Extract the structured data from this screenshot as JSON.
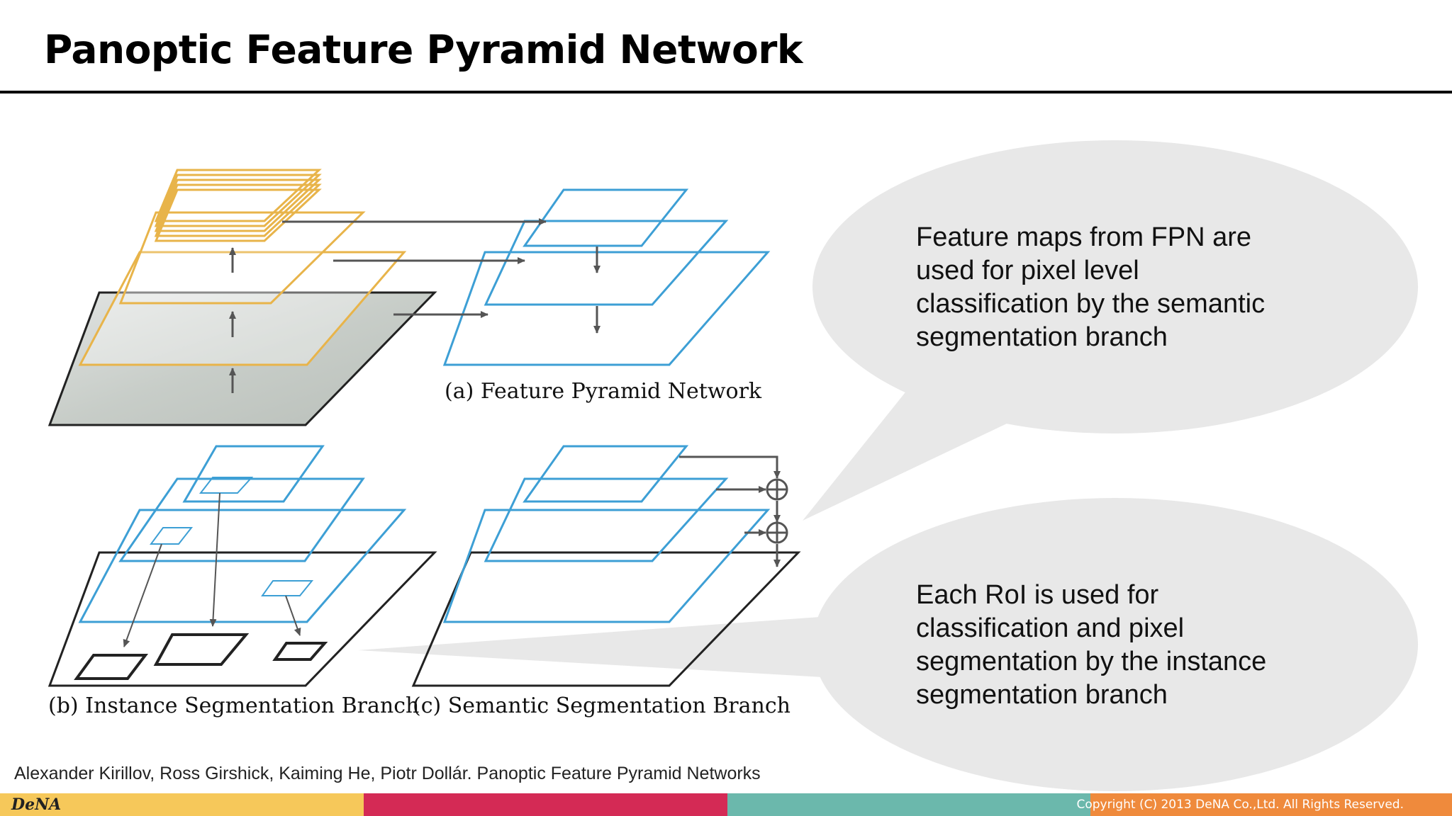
{
  "slide": {
    "title": "Panoptic Feature Pyramid Network"
  },
  "diagram": {
    "caption_a": "(a) Feature Pyramid Network",
    "caption_b": "(b) Instance Segmentation Branch",
    "caption_c": "(c) Semantic Segmentation Branch"
  },
  "callouts": {
    "semantic": [
      "Feature maps from FPN are",
      "used for pixel level",
      "classification by the semantic",
      "segmentation branch"
    ],
    "instance": [
      "Each RoI is used for",
      "classification and pixel",
      "segmentation by the instance",
      "segmentation branch"
    ]
  },
  "citation": "Alexander Kirillov, Ross Girshick, Kaiming He, Piotr Dollár. Panoptic Feature Pyramid Networks",
  "footer": {
    "logo": "DeNA",
    "copyright": "Copyright (C) 2013 DeNA Co.,Ltd. All Rights Reserved.",
    "colors": [
      "#f6c85a",
      "#d42a55",
      "#6bb8ac",
      "#ef8a3c"
    ]
  },
  "colors": {
    "backbone": "#e8b44a",
    "pyramid": "#3d9fd5",
    "outline": "#222222",
    "arrow": "#555555",
    "bubble": "#e8e8e8"
  }
}
